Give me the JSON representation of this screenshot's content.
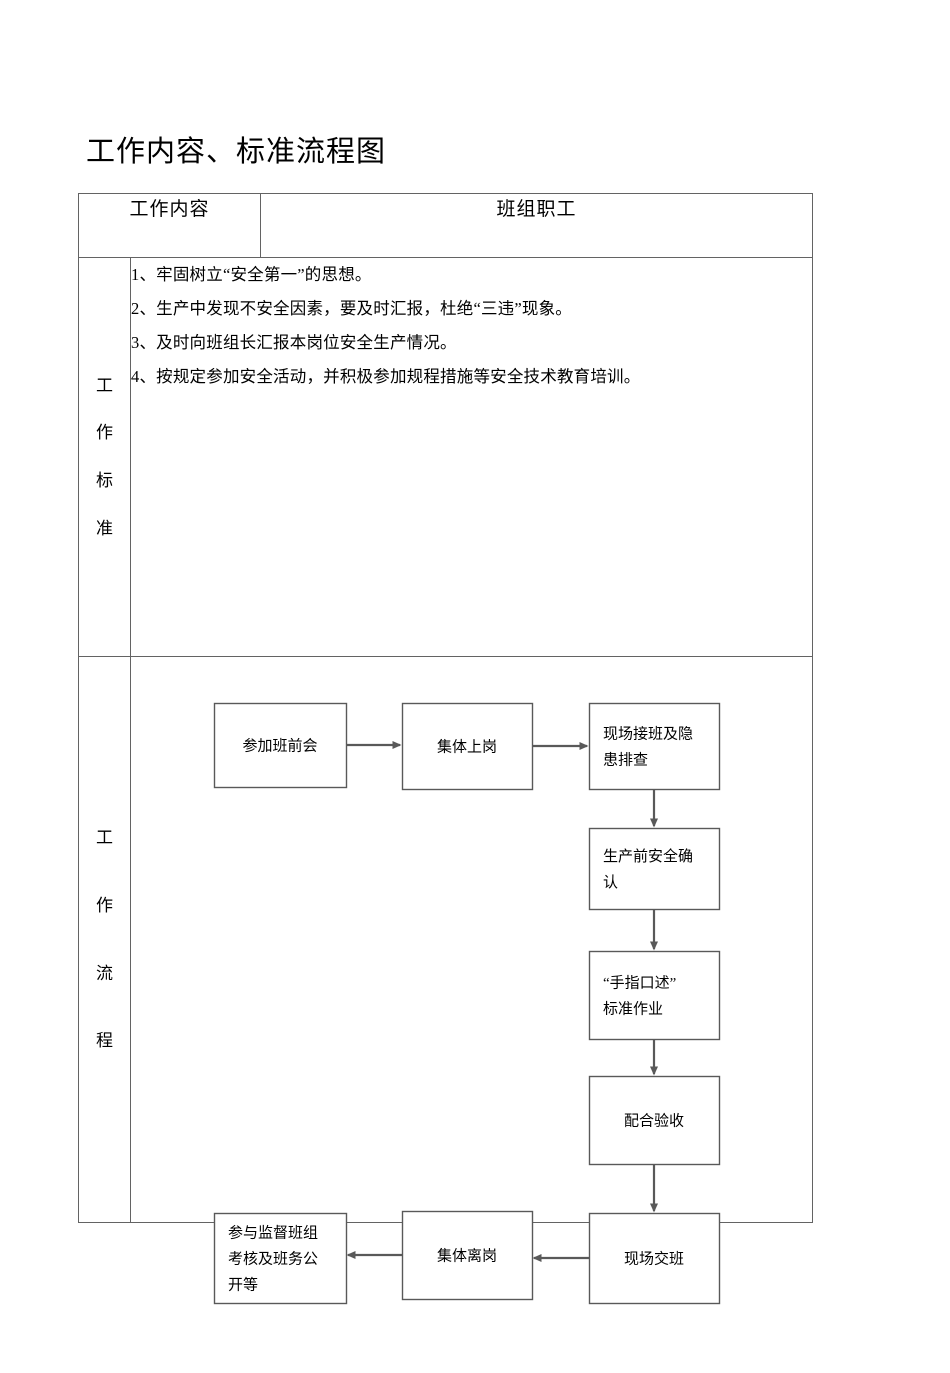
{
  "document": {
    "title": "工作内容、标准流程图"
  },
  "table": {
    "header": {
      "left": "工作内容",
      "right": "班组职工"
    },
    "standards_row": {
      "label_chars": [
        "工",
        "作",
        "标",
        "准"
      ],
      "items": [
        "1、牢固树立“安全第一”的思想。",
        "2、生产中发现不安全因素，要及时汇报，杜绝“三违”现象。",
        "3、及时向班组长汇报本岗位安全生产情况。",
        "4、按规定参加安全活动，并积极参加规程措施等安全技术教育培训。"
      ]
    },
    "flow_row": {
      "label_chars": [
        "工",
        "作",
        "流",
        "程"
      ]
    }
  },
  "flowchart": {
    "stroke_color": "#595959",
    "box_fill": "#ffffff",
    "nodes": [
      {
        "id": "n1",
        "lines": [
          "参加班前会"
        ],
        "align": "center"
      },
      {
        "id": "n2",
        "lines": [
          "集体上岗"
        ],
        "align": "center"
      },
      {
        "id": "n3",
        "lines": [
          "现场接班及隐",
          "患排查"
        ],
        "align": "left"
      },
      {
        "id": "n4",
        "lines": [
          "生产前安全确",
          "认"
        ],
        "align": "left"
      },
      {
        "id": "n5",
        "lines": [
          "“手指口述”",
          "标准作业"
        ],
        "align": "left"
      },
      {
        "id": "n6",
        "lines": [
          "配合验收"
        ],
        "align": "center"
      },
      {
        "id": "n7",
        "lines": [
          "现场交班"
        ],
        "align": "center"
      },
      {
        "id": "n8",
        "lines": [
          "集体离岗"
        ],
        "align": "center"
      },
      {
        "id": "n9",
        "lines": [
          "参与监督班组",
          "考核及班务公",
          "开等"
        ],
        "align": "left"
      }
    ],
    "edges": [
      {
        "from": "n1",
        "to": "n2",
        "direction": "right"
      },
      {
        "from": "n2",
        "to": "n3",
        "direction": "right"
      },
      {
        "from": "n3",
        "to": "n4",
        "direction": "down"
      },
      {
        "from": "n4",
        "to": "n5",
        "direction": "down"
      },
      {
        "from": "n5",
        "to": "n6",
        "direction": "down"
      },
      {
        "from": "n6",
        "to": "n7",
        "direction": "down"
      },
      {
        "from": "n7",
        "to": "n8",
        "direction": "left"
      },
      {
        "from": "n8",
        "to": "n9",
        "direction": "left"
      }
    ]
  }
}
